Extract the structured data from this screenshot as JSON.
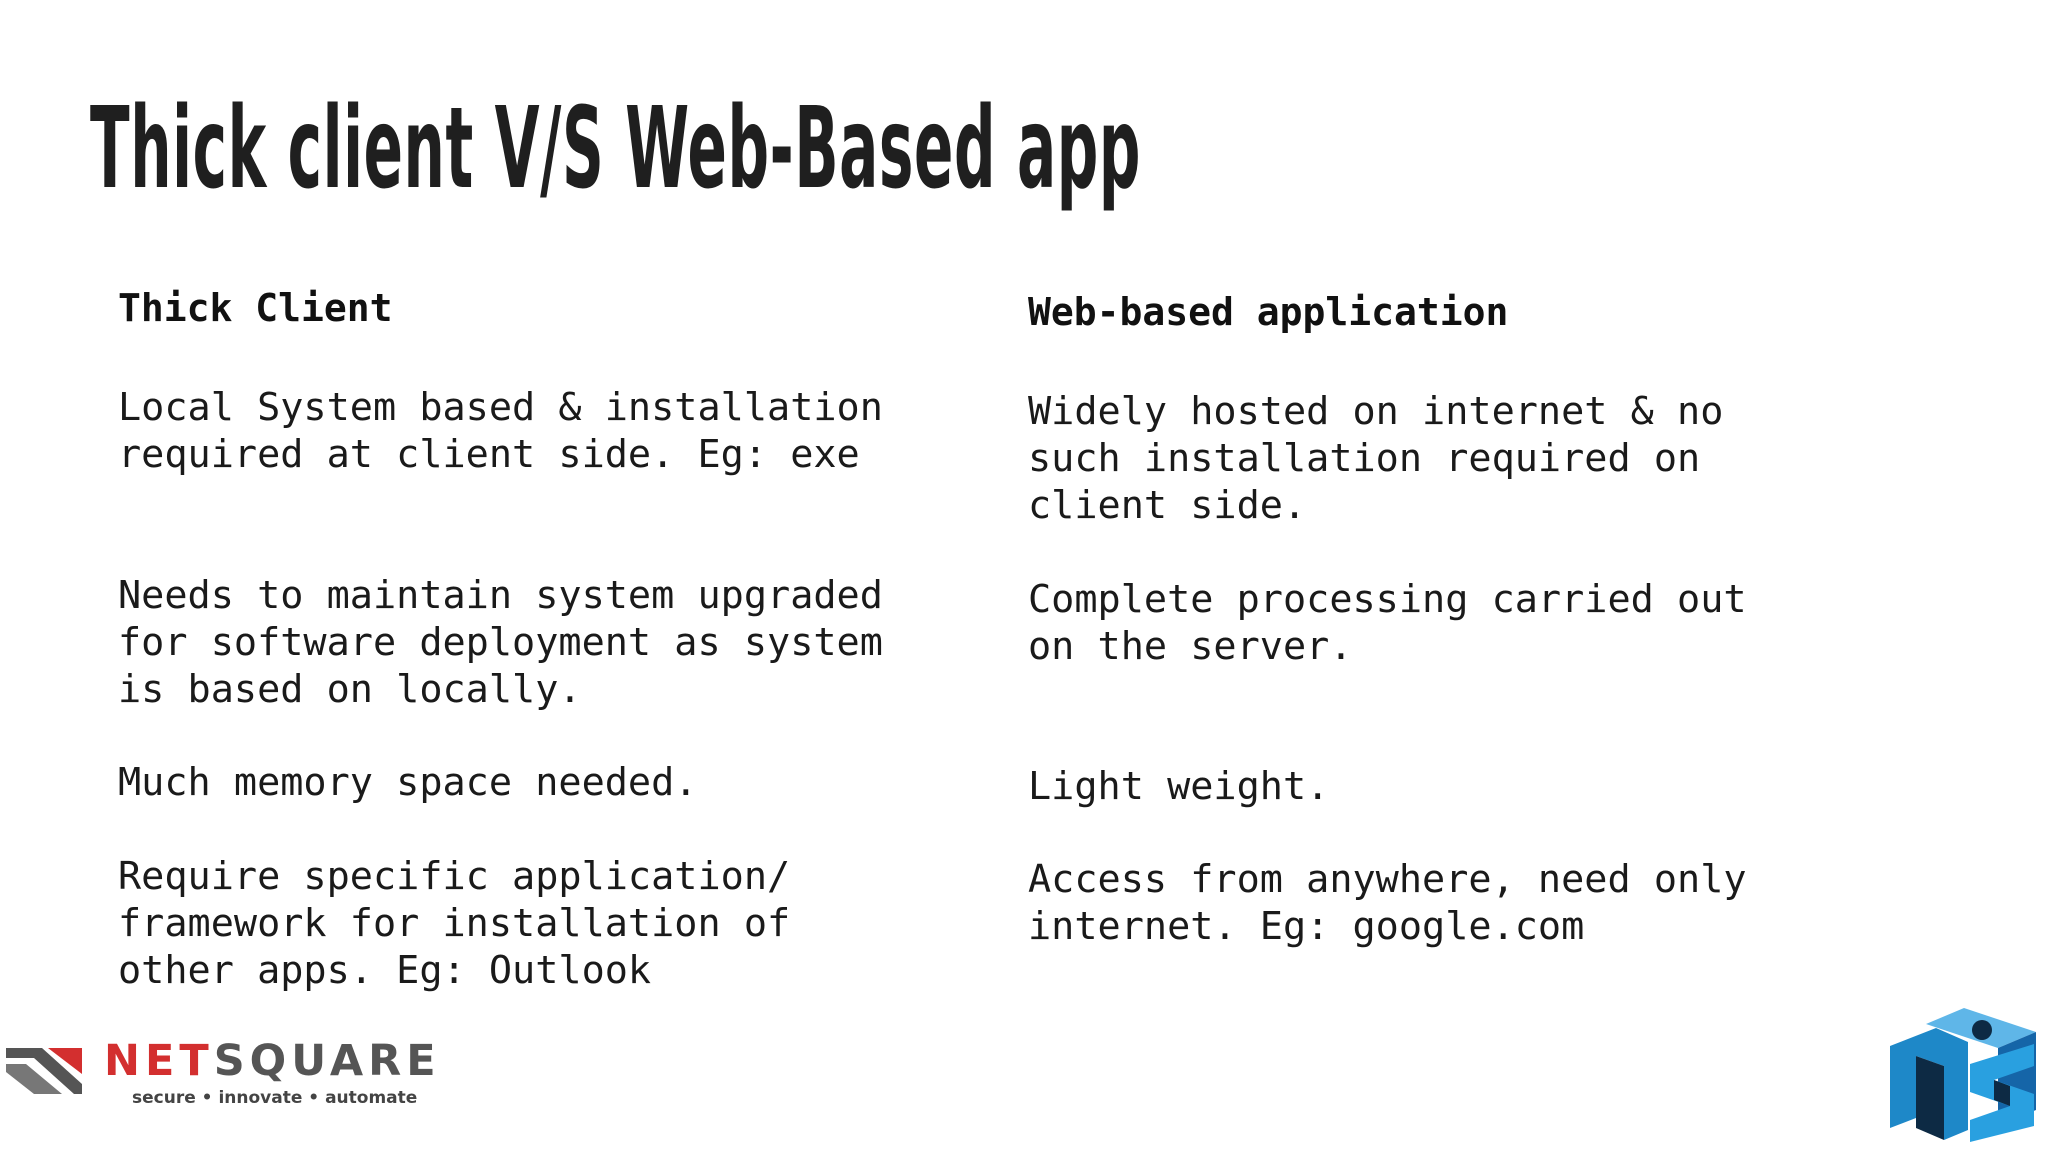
{
  "slide": {
    "title": "Thick client V/S Web-Based app"
  },
  "thick_client": {
    "heading": "Thick Client",
    "points": [
      "Local System based & installation\nrequired at client side. Eg: exe",
      "Needs to maintain system upgraded\nfor software deployment as system\nis based on locally.",
      "Much memory space needed.",
      "Require specific application/\nframework for installation of\nother apps. Eg: Outlook"
    ]
  },
  "web_based": {
    "heading": "Web-based application",
    "points": [
      "Widely hosted on internet & no\nsuch installation required on\nclient side.",
      "Complete processing carried out\non the server.",
      "Light weight.",
      "Access from anywhere, need only\ninternet. Eg: google.com"
    ]
  },
  "brand": {
    "name_part1": "NET",
    "name_part2": "SQUARE",
    "tagline": "secure • innovate • automate",
    "net_color": "#d32f2f",
    "square_color": "#555555",
    "cube_color": "#1e88c8"
  }
}
